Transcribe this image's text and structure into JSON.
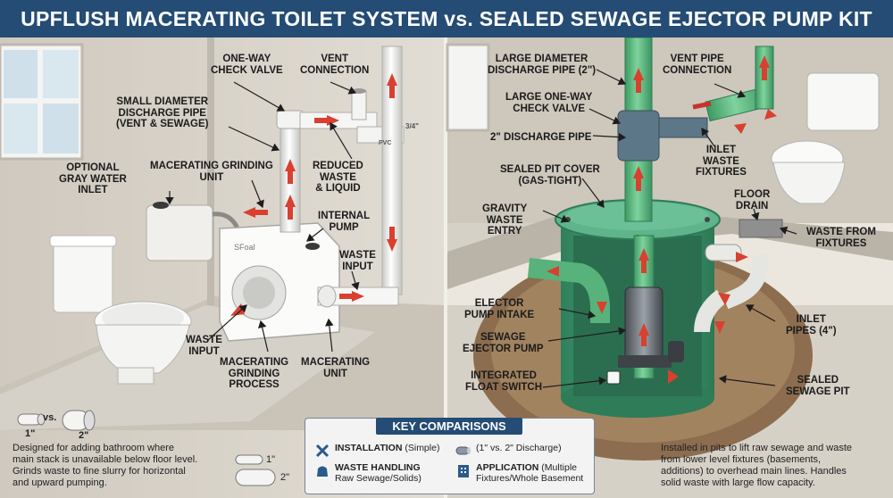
{
  "title": "UPFLUSH MACERATING TOILET SYSTEM vs. SEALED SEWAGE EJECTOR PUMP KIT",
  "left_labels": {
    "check_valve": "ONE-WAY\nCHECK VALVE",
    "vent": "VENT\nCONNECTION",
    "small_pipe": "SMALL DIAMETER\nDISCHARGE PIPE\n(VENT & SEWAGE)",
    "gray_water": "OPTIONAL\nGRAY WATER\nINLET",
    "grinding_unit": "MACERATING GRINDING\nUNIT",
    "reduced_waste": "REDUCED\nWASTE\n& LIQUID",
    "internal_pump": "INTERNAL\nPUMP",
    "waste_input_right": "WASTE\nINPUT",
    "waste_input_left": "WASTE\nINPUT",
    "grinding_process": "MACERATING\nGRINDING\nPROCESS",
    "macerating_unit": "MACERATING\nUNIT",
    "pipe_mark_a": "3/4\"",
    "pipe_mark_b": "PVC"
  },
  "right_labels": {
    "large_pipe": "LARGE DIAMETER\nDISCHARGE PIPE (2\")",
    "large_valve": "LARGE ONE-WAY\nCHECK VALVE",
    "discharge_2": "2\" DISCHARGE PIPE",
    "vent_pipe": "VENT PIPE\nCONNECTION",
    "inlet_fixtures": "INLET\nWASTE\nFIXTURES",
    "sealed_cover": "SEALED PIT COVER\n(GAS-TIGHT)",
    "gravity_entry": "GRAVITY\nWASTE\nENTRY",
    "floor_drain": "FLOOR\nDRAIN",
    "waste_from": "WASTE FROM\nFIXTURES",
    "elector_intake": "ELECTOR\nPUMP INTAKE",
    "ejector_pump": "SEWAGE\nEJECTOR PUMP",
    "float_switch": "INTEGRATED\nFLOAT SWITCH",
    "inlet_pipes": "INLET\nPIPES (4\")",
    "sealed_pit": "SEALED\nSEWAGE PIT"
  },
  "size_compare": {
    "size_1": "1\"",
    "vs": "vs.",
    "size_2": "2\""
  },
  "left_desc": "Designed for adding bathroom where\nmain stack is unavailable below floor level.\nGrinds waste to fine slurry for horizontal\nand upward pumping.",
  "right_desc": "Installed in pits to lift raw sewage and waste\nfrom lower level fixtures (basements,\nadditions) to overhead main lines. Handles\nsolid waste with large flow capacity.",
  "pipe_compare": {
    "p1": "1\"",
    "p2": "2\""
  },
  "key": {
    "heading": "KEY COMPARISONS",
    "installation_b": "INSTALLATION",
    "installation_n": " (Simple)",
    "discharge": "(1\" vs. 2\" Discharge)",
    "waste_b": "WASTE HANDLING",
    "waste_n": "Raw Sewage/Solids)",
    "app_b": "APPLICATION",
    "app_n1": " (Multiple",
    "app_n2": "Fixtures/Whole Basement"
  },
  "colors": {
    "title_bg": "#244c74",
    "arrow": "#d8402f",
    "green_pipe": "#5fb87f",
    "pit": "#3f9a72",
    "white_pipe": "#f1f1ee"
  },
  "icons": [
    "tools-icon",
    "pipe-icon",
    "waste-bag-icon",
    "building-icon"
  ]
}
